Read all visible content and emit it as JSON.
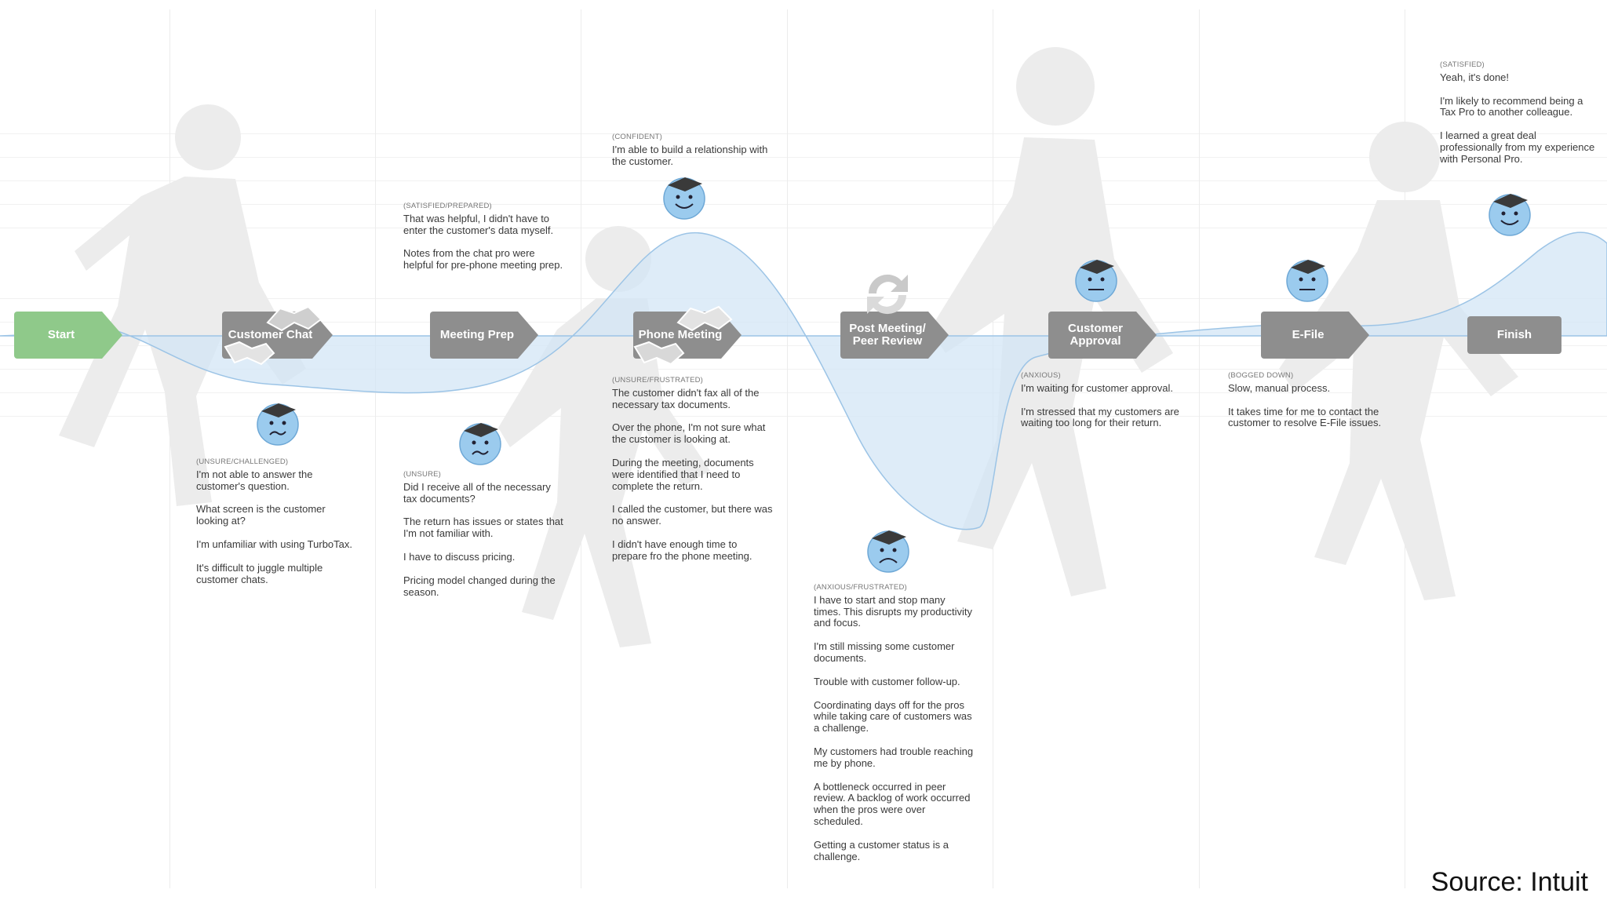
{
  "stages": [
    {
      "label": "Start",
      "mood": "",
      "thoughts": []
    },
    {
      "label": "Customer Chat",
      "mood": "(UNSURE/CHALLENGED)",
      "thoughts": [
        "I'm not able to answer the customer's question.",
        "What screen is the customer looking at?",
        "I'm unfamiliar with using TurboTax.",
        "It's difficult to juggle multiple customer chats."
      ]
    },
    {
      "label": "Meeting Prep",
      "mood": "(SATISFIED/PREPARED)",
      "thoughts": [
        "That was helpful, I didn't have to enter the customer's data myself.",
        "Notes from the chat pro were helpful for pre-phone meeting prep."
      ]
    },
    {
      "label": "Phone Meeting",
      "mood": "(CONFIDENT)",
      "thoughts": [
        "I'm able to build a relationship with the customer."
      ]
    },
    {
      "label": "Post Meeting/ Peer Review",
      "mood": "(ANXIOUS/FRUSTRATED)",
      "thoughts": [
        "I have to start and stop many times. This disrupts my productivity and focus.",
        "I'm still missing some customer documents.",
        "Trouble with customer follow-up.",
        "Coordinating days off for the pros while taking care of customers was a challenge.",
        "My customers had trouble reaching me by phone.",
        "A bottleneck occurred in peer review. A backlog of work occurred when the pros were over scheduled.",
        "Getting a customer status is a challenge."
      ]
    },
    {
      "label": "Customer Approval",
      "mood": "(ANXIOUS)",
      "thoughts": [
        "I'm waiting for customer approval.",
        "I'm stressed that my customers are waiting too long for their return."
      ]
    },
    {
      "label": "E-File",
      "mood": "(BOGGED DOWN)",
      "thoughts": [
        "Slow, manual process.",
        "It takes time for me to contact the customer to resolve E-File issues."
      ]
    },
    {
      "label": "Finish",
      "mood": "(SATISFIED)",
      "thoughts": [
        "Yeah, it's done!",
        "I'm likely to recommend being a Tax Pro to another colleague.",
        "I learned a great deal professionally from my experience with Personal Pro."
      ]
    }
  ],
  "meeting_prep_unsure": {
    "mood": "(UNSURE)",
    "thoughts": [
      "Did I receive all of the necessary tax documents?",
      "The return has issues or states that I'm not familiar with.",
      "I have to discuss pricing.",
      "Pricing model changed during the season."
    ]
  },
  "phone_meeting_unsure": {
    "mood": "(UNSURE/FRUSTRATED)",
    "thoughts": [
      "The customer didn't fax all of the necessary tax documents.",
      "Over the phone, I'm not sure what the customer is looking at.",
      "During the meeting, documents were identified that I need to complete the return.",
      "I called the customer, but there was no answer.",
      "I didn't have enough time to prepare fro the phone meeting."
    ]
  },
  "colors": {
    "curve_fill": "#d3e6f6",
    "curve_stroke": "#9cc4e6",
    "arrow": "#8e8e8e",
    "start_arrow": "#8fc98a",
    "face": "#9bcbee"
  },
  "source": "Source: Intuit"
}
